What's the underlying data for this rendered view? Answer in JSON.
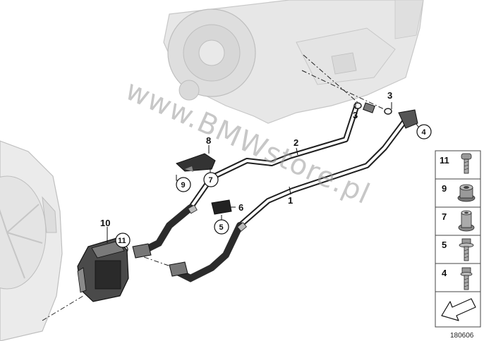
{
  "callouts": {
    "c1": "1",
    "c2": "2",
    "c3a": "3",
    "c3b": "3",
    "c4": "4",
    "c5": "5",
    "c6": "6",
    "c7": "7",
    "c8": "8",
    "c9": "9",
    "c10": "10",
    "c11": "11"
  },
  "side_parts": [
    {
      "number": "11",
      "icon": "screw-icon"
    },
    {
      "number": "9",
      "icon": "nut-icon"
    },
    {
      "number": "7",
      "icon": "sleeve-nut-icon"
    },
    {
      "number": "5",
      "icon": "bolt-washer-icon"
    },
    {
      "number": "4",
      "icon": "bolt-icon"
    }
  ],
  "watermark": "www.BMWstore.pl",
  "reference_code": "180606",
  "colors": {
    "line": "#1a1a1a",
    "hose": "#2b2b2b",
    "engine_gray": "#c9c9c9",
    "panel_border": "#444444"
  }
}
